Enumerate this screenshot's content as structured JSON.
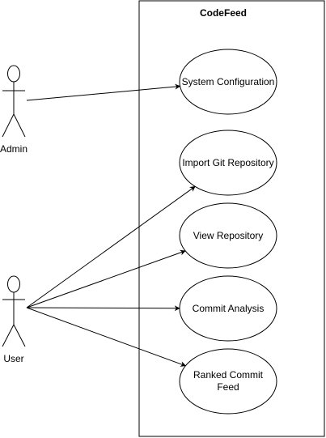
{
  "system": {
    "title": "CodeFeed"
  },
  "actors": [
    {
      "id": "admin",
      "label": "Admin"
    },
    {
      "id": "user",
      "label": "User"
    }
  ],
  "use_cases": [
    {
      "id": "system-configuration",
      "lines": [
        "System Configuration"
      ]
    },
    {
      "id": "import-git-repository",
      "lines": [
        "Import Git Repository"
      ]
    },
    {
      "id": "view-repository",
      "lines": [
        "View Repository"
      ]
    },
    {
      "id": "commit-analysis",
      "lines": [
        "Commit Analysis"
      ]
    },
    {
      "id": "ranked-commit-feed",
      "lines": [
        "Ranked Commit",
        "Feed"
      ]
    }
  ],
  "associations": [
    {
      "from": "admin",
      "to": "system-configuration"
    },
    {
      "from": "user",
      "to": "import-git-repository"
    },
    {
      "from": "user",
      "to": "view-repository"
    },
    {
      "from": "user",
      "to": "commit-analysis"
    },
    {
      "from": "user",
      "to": "ranked-commit-feed"
    }
  ],
  "colors": {
    "stroke": "#000000",
    "fill": "#ffffff"
  }
}
